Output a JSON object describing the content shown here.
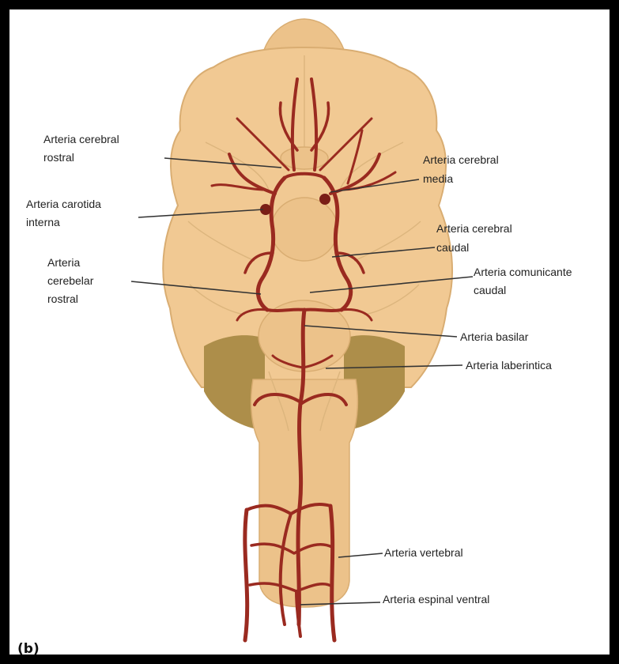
{
  "panel_label": "(b)",
  "labels": {
    "cerebral_rostral": [
      "Arteria cerebral",
      "rostral"
    ],
    "carotida_interna": [
      "Arteria carotida",
      "interna"
    ],
    "cerebelar_rostral": [
      "Arteria",
      "cerebelar",
      "rostral"
    ],
    "cerebral_media": [
      "Arteria cerebral",
      "media"
    ],
    "cerebral_caudal": [
      "Arteria cerebral",
      "caudal"
    ],
    "comunicante_caudal": [
      "Arteria comunicante",
      "caudal"
    ],
    "basilar": "Arteria basilar",
    "laberintica": "Arteria laberintica",
    "vertebral": "Arteria vertebral",
    "espinal_ventral": "Arteria espinal ventral"
  },
  "colors": {
    "artery": "#9a2a20",
    "brain": "#f1c993",
    "cerebellum": "#ad8e4a",
    "frame": "#000000"
  }
}
